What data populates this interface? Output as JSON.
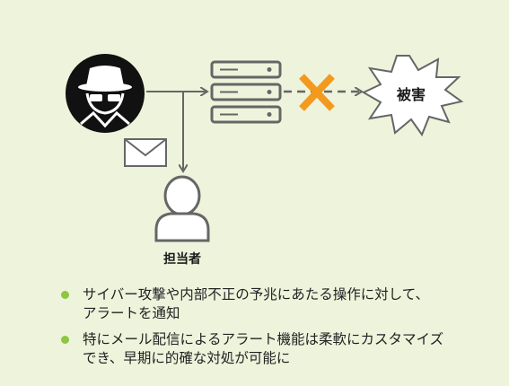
{
  "diagram": {
    "damage_label": "被害",
    "person_label": "担当者",
    "icons": {
      "attacker": "hacker-icon",
      "server": "server-icon",
      "blocked": "x-mark-icon",
      "damage": "explosion-burst-icon",
      "mail": "envelope-icon",
      "person": "person-icon"
    },
    "colors": {
      "background": "#eef3dc",
      "icon_gray": "#666666",
      "attacker_bg": "#111111",
      "x_mark": "#f39a1e",
      "bullet": "#8dc63f"
    }
  },
  "bullets": [
    {
      "lines": [
        "サイバー攻撃や内部不正の予兆にあたる操作に対して、",
        "アラートを通知"
      ]
    },
    {
      "lines": [
        "特にメール配信によるアラート機能は柔軟にカスタマイズ",
        "でき、早期に的確な対処が可能に"
      ]
    }
  ]
}
